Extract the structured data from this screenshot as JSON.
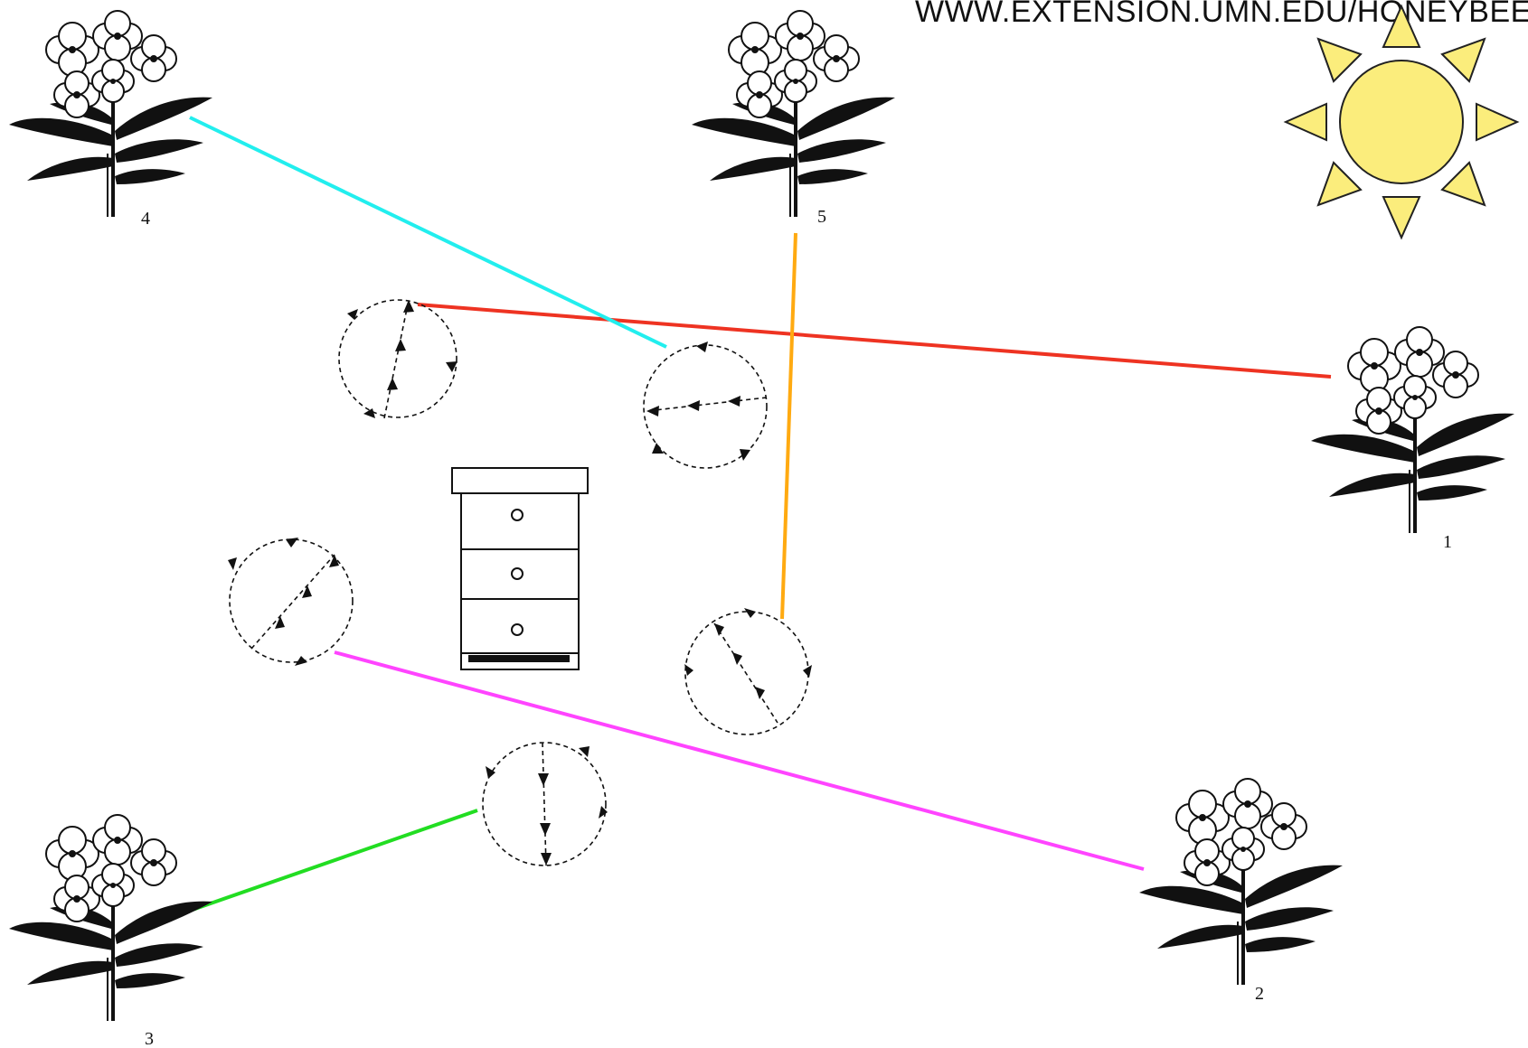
{
  "header": {
    "url_text": "WWW.EXTENSION.UMN.EDU/HONEYBEES"
  },
  "icons": {
    "sun": "sun-icon",
    "hive": "beehive-icon",
    "flower": "flower-icon"
  },
  "flowers": [
    {
      "label": "1",
      "line_color": "#ee3322"
    },
    {
      "label": "2",
      "line_color": "#ff44ff"
    },
    {
      "label": "3",
      "line_color": "#22dd22"
    },
    {
      "label": "4",
      "line_color": "#22eeee"
    },
    {
      "label": "5",
      "line_color": "#ffaa11"
    }
  ],
  "colors": {
    "sun_fill": "#fbed7c",
    "outline": "#111111"
  }
}
